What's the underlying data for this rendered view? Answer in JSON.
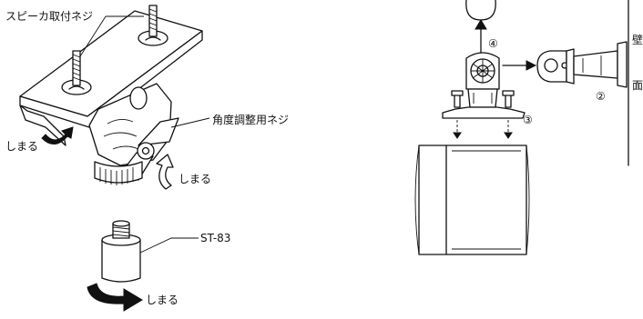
{
  "left_diagram": {
    "speaker_screw_label": "スピーカ取付ネジ",
    "angle_screw_label": "角度調整用ネジ",
    "tighten_label_left": "しまる",
    "tighten_label_knob": "しまる",
    "tighten_label_bottom": "しまる",
    "stand_label": "ST-83"
  },
  "right_diagram": {
    "step_2": "②",
    "step_3": "③",
    "step_4": "④",
    "wall_char_1": "壁",
    "wall_char_2": "面"
  }
}
